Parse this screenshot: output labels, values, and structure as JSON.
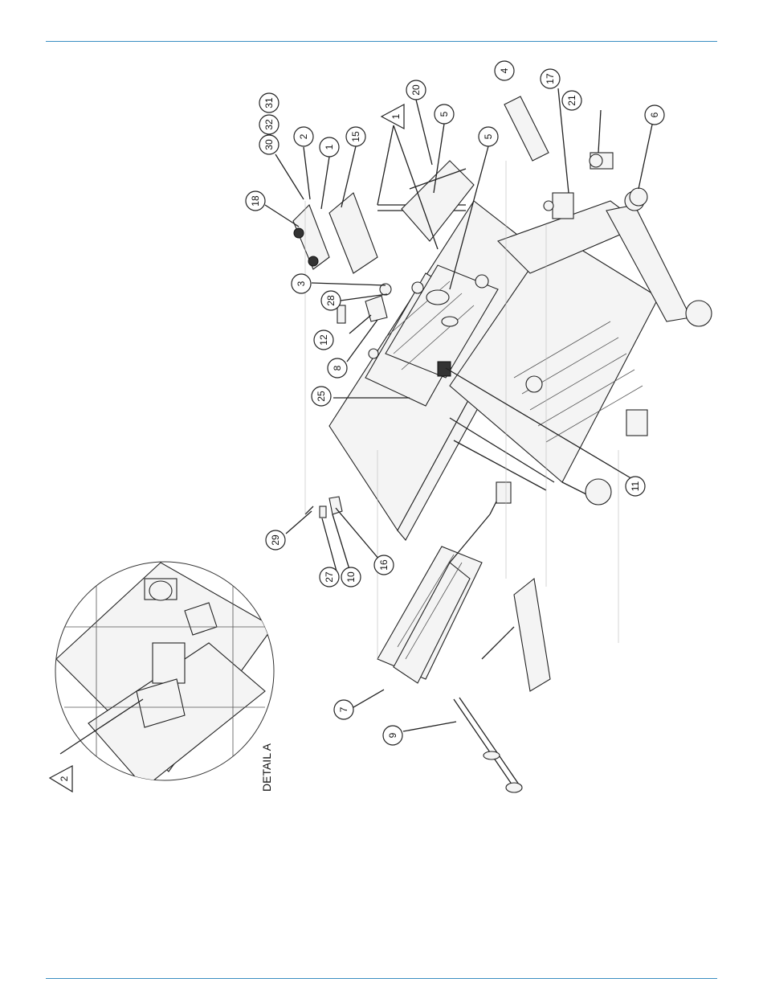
{
  "detail_label": "DETAIL A",
  "revision_flags": [
    "1",
    "2"
  ],
  "callouts": [
    "31",
    "32",
    "30",
    "2",
    "1",
    "15",
    "18",
    "20",
    "5",
    "5",
    "4",
    "17",
    "21",
    "6",
    "3",
    "28",
    "12",
    "8",
    "25",
    "11",
    "29",
    "27",
    "10",
    "16",
    "7",
    "9"
  ]
}
